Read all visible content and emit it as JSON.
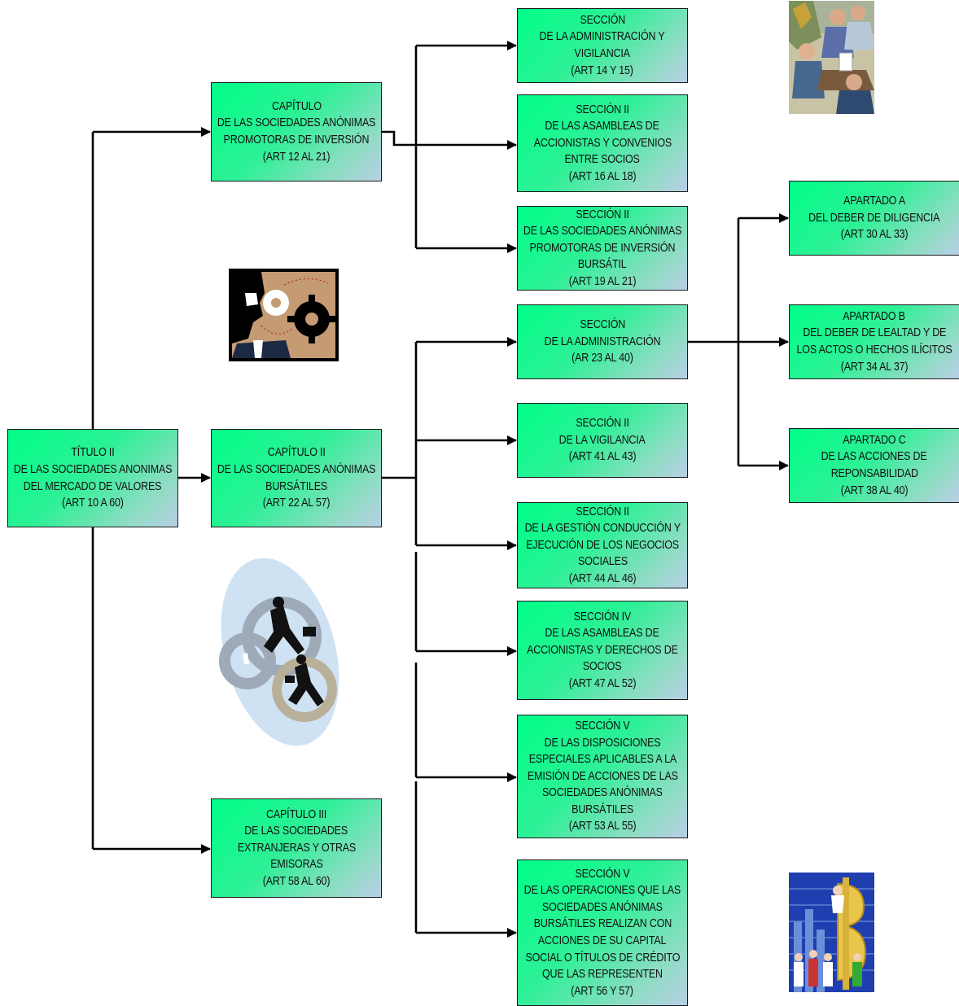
{
  "root": {
    "lines": [
      "TÍTULO II",
      "DE LAS SOCIEDADES ANONIMAS",
      "DEL MERCADO DE VALORES",
      "(ART 10 A 60)"
    ]
  },
  "chapters": [
    {
      "lines": [
        "CAPÍTULO",
        "DE LAS SOCIEDADES ANÓNIMAS",
        "PROMOTORAS DE INVERSIÓN",
        "(ART 12 AL 21)"
      ]
    },
    {
      "lines": [
        "CAPÍTULO II",
        "DE LAS SOCIEDADES ANÓNIMAS",
        "BURSÁTILES",
        "(ART  22 AL 57)"
      ]
    },
    {
      "lines": [
        "CAPÍTULO III",
        "DE LAS SOCIEDADES",
        "EXTRANJERAS Y OTRAS",
        "EMISORAS",
        "(ART 58 AL 60)"
      ]
    }
  ],
  "sections": [
    {
      "lines": [
        "SECCIÓN",
        "DE LA ADMINISTRACIÓN Y",
        "VIGILANCIA",
        "(ART  14 Y 15)"
      ]
    },
    {
      "lines": [
        "SECCIÓN II",
        "DE LAS ASAMBLEAS DE",
        "ACCIONISTAS Y CONVENIOS",
        "ENTRE SOCIOS",
        "(ART  16 AL 18)"
      ]
    },
    {
      "lines": [
        "SECCIÓN II",
        "DE LAS SOCIEDADES ANÓNIMAS",
        "PROMOTORAS DE INVERSIÓN",
        "BURSÁTIL",
        "(ART 19 AL 21)"
      ]
    },
    {
      "lines": [
        "SECCIÓN",
        "DE LA ADMINISTRACIÓN",
        "(AR 23 AL 40)"
      ]
    },
    {
      "lines": [
        "SECCIÓN II",
        "DE LA VIGILANCIA",
        "(ART 41 AL 43)"
      ]
    },
    {
      "lines": [
        "SECCIÓN II",
        "DE LA GESTIÓN CONDUCCIÓN Y",
        "EJECUCIÓN DE LOS NEGOCIOS",
        "SOCIALES",
        "(ART 44 AL 46)"
      ]
    },
    {
      "lines": [
        "SECCIÓN IV",
        "DE LAS ASAMBLEAS DE",
        "ACCIONISTAS Y DERECHOS DE",
        "SOCIOS",
        "(ART  47 AL 52)"
      ]
    },
    {
      "lines": [
        "SECCIÓN V",
        "DE LAS DISPOSICIONES",
        "ESPECIALES APLICABLES A LA",
        "EMISIÓN DE ACCIONES DE LAS",
        "SOCIEDADES ANÓNIMAS",
        "BURSÁTILES",
        "(ART  53 AL 55)"
      ]
    },
    {
      "lines": [
        "SECCIÓN V",
        "DE LAS OPERACIONES QUE LAS",
        "SOCIEDADES ANÓNIMAS",
        "BURSÁTILES REALIZAN CON",
        "ACCIONES DE SU CAPITAL",
        "SOCIAL O TÍTULOS DE CRÉDITO",
        "QUE LAS REPRESENTEN",
        "(ART 56 Y 57)"
      ]
    }
  ],
  "apartados": [
    {
      "lines": [
        "APARTADO A",
        "DEL DEBER DE DILIGENCIA",
        "(ART  30 AL 33)"
      ]
    },
    {
      "lines": [
        "APARTADO B",
        "DEL DEBER DE LEALTAD Y DE",
        "LOS ACTOS O HECHOS ILÍCITOS",
        "(ART 34 AL 37)"
      ]
    },
    {
      "lines": [
        "APARTADO C",
        "DE LAS ACCIONES DE",
        "REPONSABILIDAD",
        "(ART  38 AL 40)"
      ]
    }
  ],
  "clipart": [
    "business-meeting-icon",
    "gears-head-icon",
    "runners-gears-icon",
    "dollar-business-icon"
  ]
}
